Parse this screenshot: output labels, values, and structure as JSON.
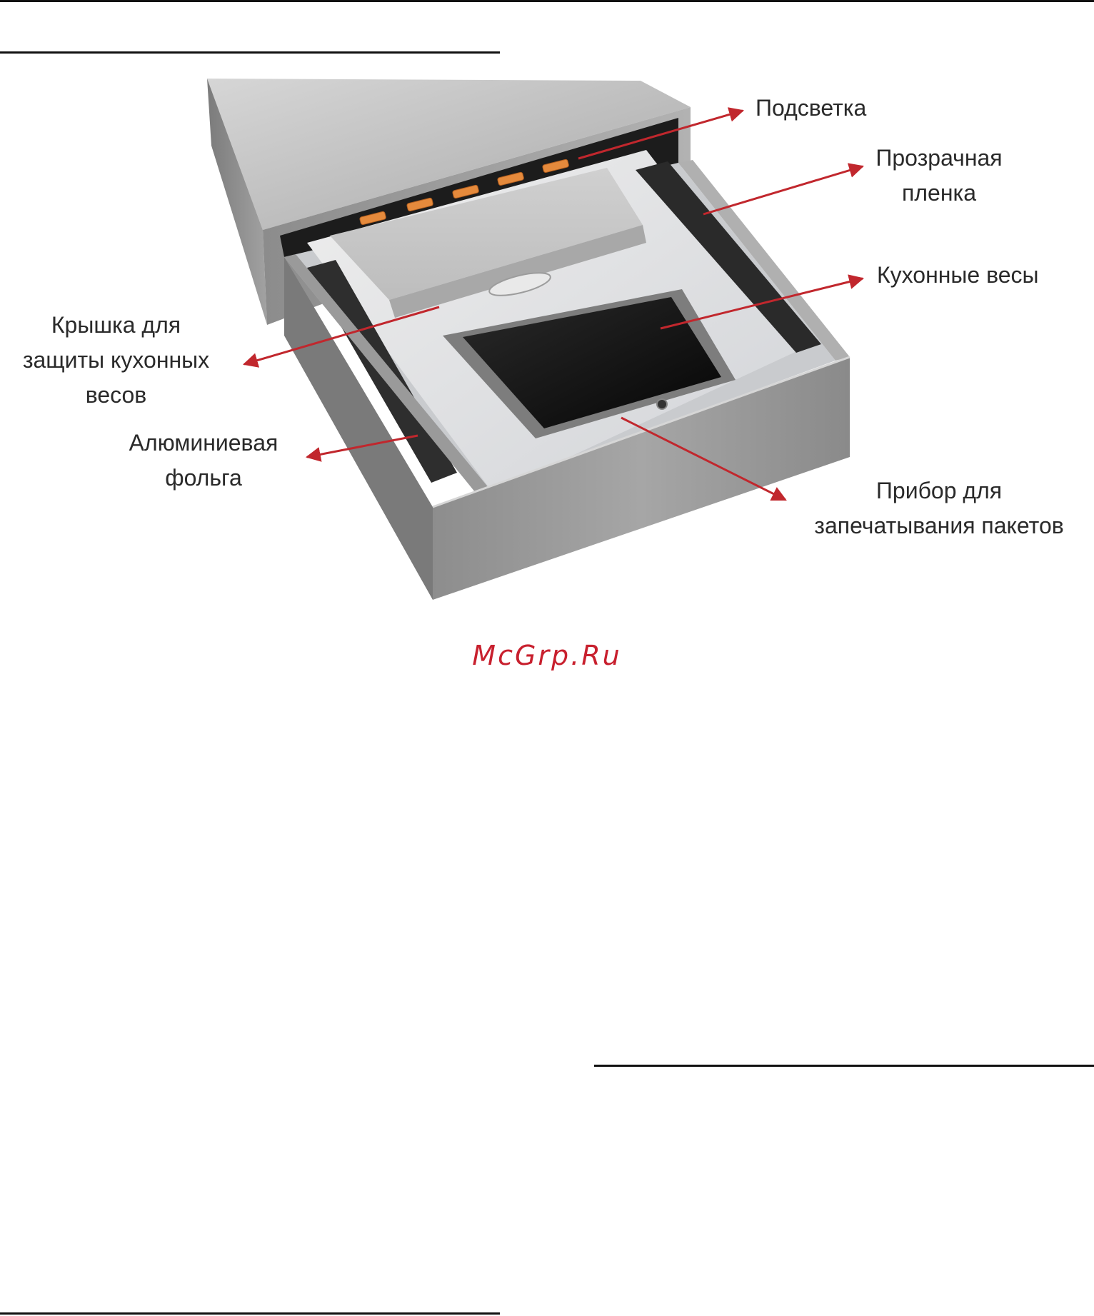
{
  "figure": {
    "labels": {
      "backlight": "Подсветка",
      "transparent_film": [
        "Прозрачная",
        "пленка"
      ],
      "kitchen_scales": "Кухонные весы",
      "scales_cover": [
        "Крышка для",
        "защиты кухонных",
        "весов"
      ],
      "aluminum_foil": [
        "Алюминиевая",
        "фольга"
      ],
      "bag_sealer": [
        "Прибор для",
        "запечатывания пакетов"
      ]
    },
    "arrow_color": "#c1272d"
  },
  "watermark": "McGrp.Ru"
}
